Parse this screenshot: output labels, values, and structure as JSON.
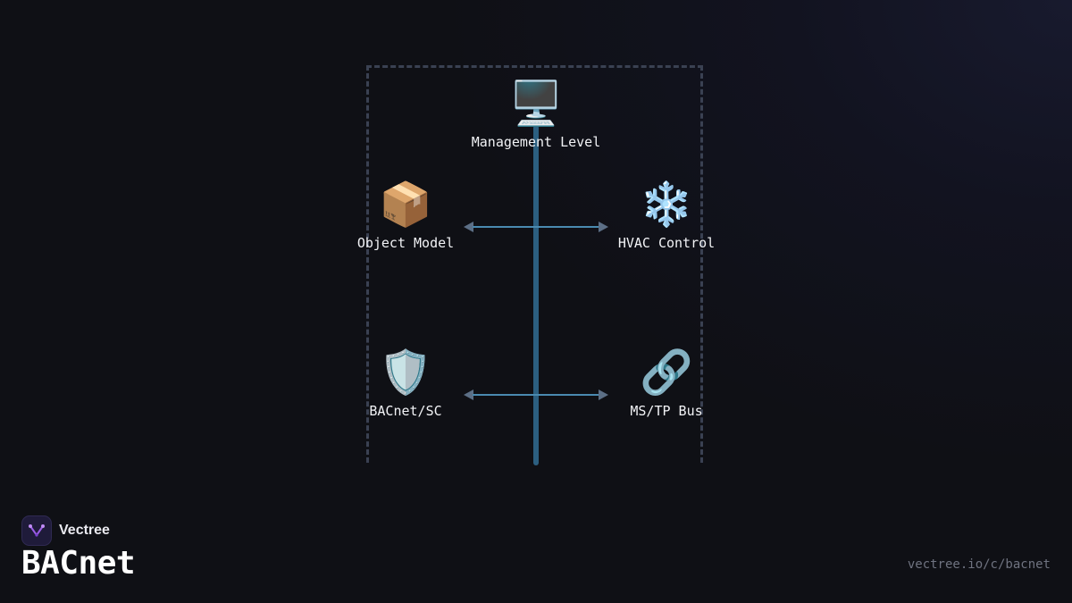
{
  "diagram": {
    "nodes": {
      "management": {
        "label": "Management Level",
        "icon": "desktop-computer-icon",
        "glyph": "🖥️"
      },
      "object_model": {
        "label": "Object Model",
        "icon": "package-icon",
        "glyph": "📦"
      },
      "hvac": {
        "label": "HVAC Control",
        "icon": "snowflake-icon",
        "glyph": "❄️"
      },
      "bacnet_sc": {
        "label": "BACnet/SC",
        "icon": "shield-icon",
        "glyph": "🛡️"
      },
      "mstp": {
        "label": "MS/TP Bus",
        "icon": "link-icon",
        "glyph": "🔗"
      }
    },
    "connections": [
      {
        "from": "Object Model",
        "to": "HVAC Control",
        "type": "bidirectional"
      },
      {
        "from": "BACnet/SC",
        "to": "MS/TP Bus",
        "type": "bidirectional"
      }
    ]
  },
  "branding": {
    "name": "Vectree",
    "title": "BACnet",
    "url": "vectree.io/c/bacnet",
    "logo_icon": "vectree-logo-icon"
  },
  "colors": {
    "background": "#0f1015",
    "frame": "#3a4152",
    "spine": "#2c5f80",
    "arrow": "#4a8ab0",
    "logo_accent": "#9b5de5"
  }
}
